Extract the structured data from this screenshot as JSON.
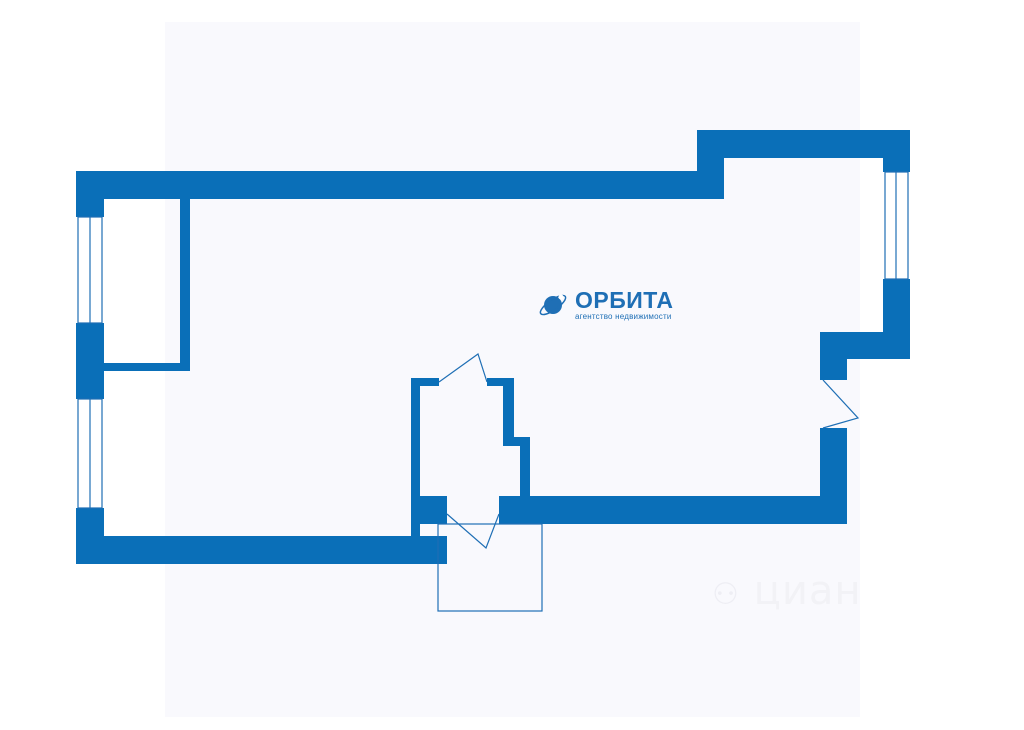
{
  "brand": {
    "name": "ОРБИТА",
    "tagline": "агентство недвижимости",
    "logo_icon": "planet-orbit-icon"
  },
  "watermark": {
    "text": "циан",
    "icon": "cian-logo-icon"
  },
  "colors": {
    "wall": "#0a6fb8",
    "thin_line": "#1f6fb5",
    "background": "#fdfdff",
    "sheet": "#ffffff"
  }
}
